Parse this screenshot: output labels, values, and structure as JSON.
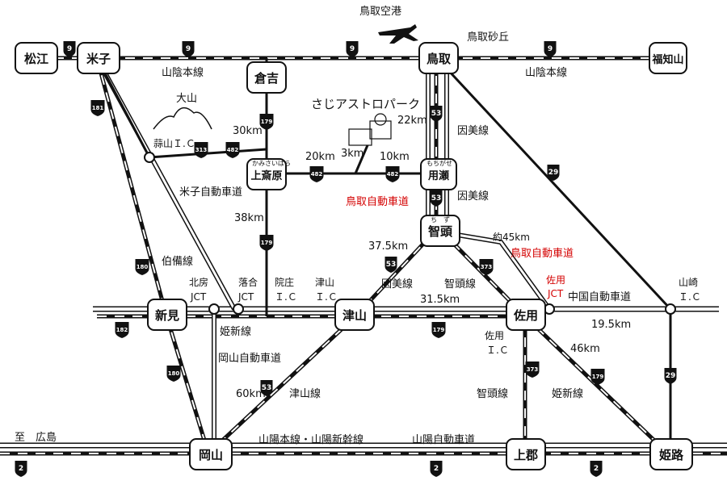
{
  "cities": {
    "matsue": "松江",
    "yonago": "米子",
    "kurayoshi": "倉吉",
    "tottori": "鳥取",
    "fukuchiyama": "福知山",
    "kamisaibara": "上斎原",
    "mochigase": "用瀬",
    "chizu": "智頭",
    "niimi": "新見",
    "tsuyama": "津山",
    "sayo": "佐用",
    "okayama": "岡山",
    "kamigori": "上郡",
    "himeji": "姫路"
  },
  "ruby": {
    "kamisaibara": "かみさいばら",
    "mochigase": "もちがせ",
    "chizu": "ち　ず"
  },
  "places": {
    "airport": "鳥取空港",
    "sand_dunes": "鳥取砂丘",
    "astro_park": "さじアストロパーク",
    "daisen": "大山"
  },
  "rail_lines": {
    "san_in_west": "山陰本線",
    "san_in_east": "山陰本線",
    "inbi_1": "因美線",
    "inbi_2": "因美線",
    "hakubi": "伯備線",
    "kishin_1": "姫新線",
    "kishin_2": "姫新線",
    "inbi_chizu": "因美線",
    "chizu_line_1": "智頭線",
    "chizu_line_2": "智頭線",
    "tsuyama_line": "津山線",
    "sanyo": "山陽本線・山陽新幹線"
  },
  "expressways": {
    "yonago_exp": "米子自動車道",
    "tottori_exp_1": "鳥取自動車道",
    "tottori_exp_2": "鳥取自動車道",
    "okayama_exp": "岡山自動車道",
    "chugoku_exp": "中国自動車道",
    "sanyo_exp": "山陽自動車道"
  },
  "interchanges": {
    "hiruzen_ic": "蒜山Ｉ.Ｃ",
    "hokubo_jct_1": "北房",
    "hokubo_jct_2": "JCT",
    "ochiai_jct_1": "落合",
    "ochiai_jct_2": "JCT",
    "innosho_ic_1": "院庄",
    "innosho_ic_2": "Ｉ.Ｃ",
    "tsuyama_ic_1": "津山",
    "tsuyama_ic_2": "Ｉ.Ｃ",
    "sayo_jct_1": "佐用",
    "sayo_jct_2": "JCT",
    "sayo_ic_1": "佐用",
    "sayo_ic_2": "Ｉ.Ｃ",
    "yamazaki_ic_1": "山崎",
    "yamazaki_ic_2": "Ｉ.Ｃ"
  },
  "distances": {
    "d30": "30km",
    "d22": "22km",
    "d20": "20km",
    "d3": "3km",
    "d10": "10km",
    "d38": "38km",
    "d45": "約45km",
    "d37_5": "37.5km",
    "d31_5": "31.5km",
    "d19_5": "19.5km",
    "d46": "46km",
    "d60": "60km"
  },
  "direction": "至　広島",
  "route_shields": {
    "r9_a": "9",
    "r9_b": "9",
    "r9_c": "9",
    "r9_d": "9",
    "r181": "181",
    "r179_a": "179",
    "r179_b": "179",
    "r313": "313",
    "r482_a": "482",
    "r482_b": "482",
    "r482_c": "482",
    "r53_a": "53",
    "r53_b": "53",
    "r53_c": "53",
    "r53_d": "53",
    "r29_a": "29",
    "r29_b": "29",
    "r180_a": "180",
    "r180_b": "180",
    "r182": "182",
    "r373_a": "373",
    "r373_b": "373",
    "r179_c": "179",
    "r179_d": "179",
    "r2_a": "2",
    "r2_b": "2",
    "r2_c": "2"
  },
  "colors": {
    "line": "#111111",
    "highlight": "#d40000"
  }
}
